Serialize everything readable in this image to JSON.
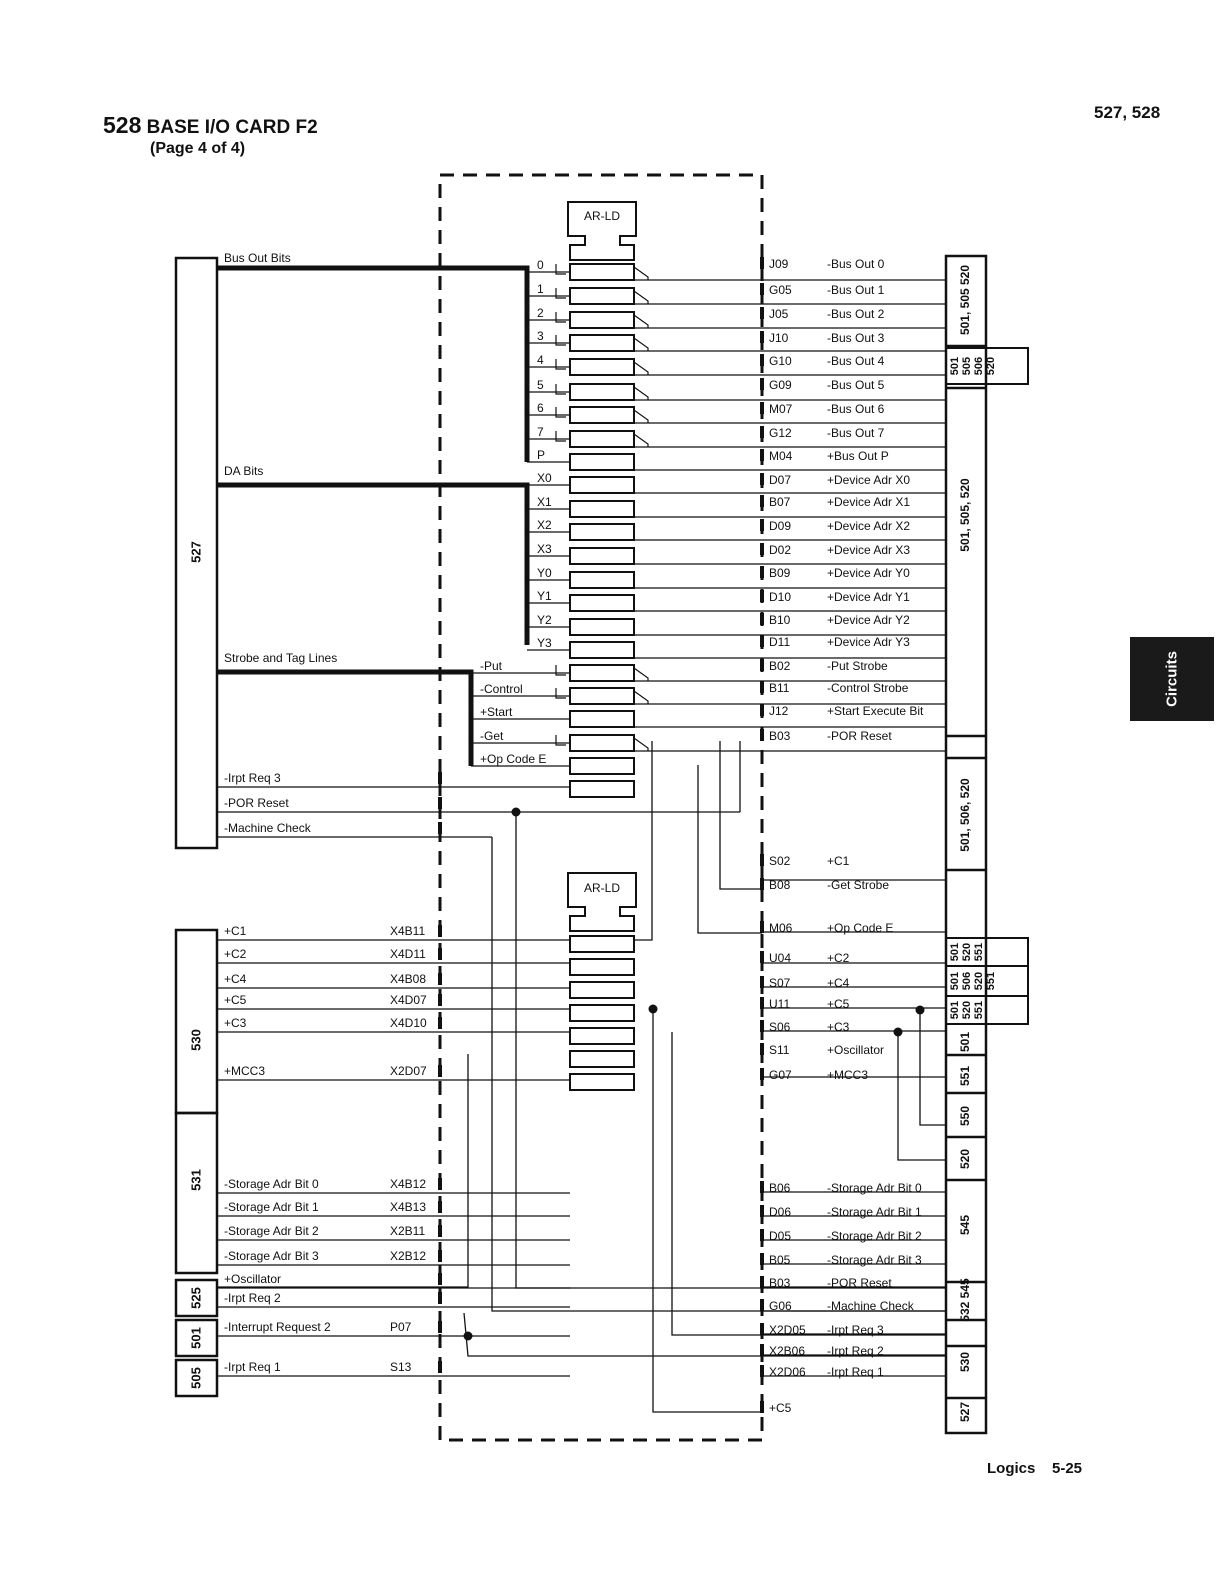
{
  "header": {
    "page_number": "528",
    "title": "BASE I/O CARD F2",
    "subtitle": "(Page 4 of 4)",
    "page_refs": "527, 528"
  },
  "side_tab": "Circuits",
  "footer": {
    "section": "Logics",
    "page": "5-25"
  },
  "chip_labels": [
    "AR-LD",
    "AR-LD"
  ],
  "group_labels": [
    "Bus Out Bits",
    "DA Bits",
    "Strobe and Tag Lines"
  ],
  "left_blocks": [
    "527",
    "530",
    "531",
    "525",
    "501",
    "505"
  ],
  "left_signals": [
    {
      "name": "-Irpt Req 3",
      "pin": ""
    },
    {
      "name": "-POR Reset",
      "pin": ""
    },
    {
      "name": "-Machine Check",
      "pin": ""
    },
    {
      "name": "+C1",
      "pin": "X4B11"
    },
    {
      "name": "+C2",
      "pin": "X4D11"
    },
    {
      "name": "+C4",
      "pin": "X4B08"
    },
    {
      "name": "+C5",
      "pin": "X4D07"
    },
    {
      "name": "+C3",
      "pin": "X4D10"
    },
    {
      "name": "+MCC3",
      "pin": "X2D07"
    },
    {
      "name": "-Storage Adr Bit 0",
      "pin": "X4B12"
    },
    {
      "name": "-Storage Adr Bit 1",
      "pin": "X4B13"
    },
    {
      "name": "-Storage Adr Bit 2",
      "pin": "X2B11"
    },
    {
      "name": "-Storage Adr Bit 3",
      "pin": "X2B12"
    },
    {
      "name": "+Oscillator",
      "pin": ""
    },
    {
      "name": "-Irpt Req 2",
      "pin": ""
    },
    {
      "name": "-Interrupt Request 2",
      "pin": "P07"
    },
    {
      "name": "-Irpt Req 1",
      "pin": "S13"
    }
  ],
  "chip_inputs": [
    "0",
    "1",
    "2",
    "3",
    "4",
    "5",
    "6",
    "7",
    "P",
    "X0",
    "X1",
    "X2",
    "X3",
    "Y0",
    "Y1",
    "Y2",
    "Y3",
    "-Put",
    "-Control",
    "+Start",
    "-Get",
    "+Op Code E"
  ],
  "right_signals": [
    {
      "pin": "J09",
      "name": "-Bus Out 0"
    },
    {
      "pin": "G05",
      "name": "-Bus Out 1"
    },
    {
      "pin": "J05",
      "name": "-Bus Out 2"
    },
    {
      "pin": "J10",
      "name": "-Bus Out 3"
    },
    {
      "pin": "G10",
      "name": "-Bus Out 4"
    },
    {
      "pin": "G09",
      "name": "-Bus Out 5"
    },
    {
      "pin": "M07",
      "name": "-Bus Out 6"
    },
    {
      "pin": "G12",
      "name": "-Bus Out 7"
    },
    {
      "pin": "M04",
      "name": "+Bus Out P"
    },
    {
      "pin": "D07",
      "name": "+Device Adr X0"
    },
    {
      "pin": "B07",
      "name": "+Device Adr X1"
    },
    {
      "pin": "D09",
      "name": "+Device Adr X2"
    },
    {
      "pin": "D02",
      "name": "+Device Adr X3"
    },
    {
      "pin": "B09",
      "name": "+Device Adr Y0"
    },
    {
      "pin": "D10",
      "name": "+Device Adr Y1"
    },
    {
      "pin": "B10",
      "name": "+Device Adr Y2"
    },
    {
      "pin": "D11",
      "name": "+Device Adr Y3"
    },
    {
      "pin": "B02",
      "name": "-Put Strobe"
    },
    {
      "pin": "B11",
      "name": "-Control Strobe"
    },
    {
      "pin": "J12",
      "name": "+Start Execute Bit"
    },
    {
      "pin": "B03",
      "name": "-POR Reset"
    },
    {
      "pin": "S02",
      "name": "+C1"
    },
    {
      "pin": "B08",
      "name": "-Get Strobe"
    },
    {
      "pin": "M06",
      "name": "+Op Code E"
    },
    {
      "pin": "U04",
      "name": "+C2"
    },
    {
      "pin": "S07",
      "name": "+C4"
    },
    {
      "pin": "U11",
      "name": "+C5"
    },
    {
      "pin": "S06",
      "name": "+C3"
    },
    {
      "pin": "S11",
      "name": "+Oscillator"
    },
    {
      "pin": "G07",
      "name": "+MCC3"
    },
    {
      "pin": "B06",
      "name": "-Storage Adr Bit 0"
    },
    {
      "pin": "D06",
      "name": "-Storage Adr Bit 1"
    },
    {
      "pin": "D05",
      "name": "-Storage Adr Bit 2"
    },
    {
      "pin": "B05",
      "name": "-Storage Adr Bit 3"
    },
    {
      "pin": "B03",
      "name": "-POR Reset"
    },
    {
      "pin": "G06",
      "name": "-Machine Check"
    },
    {
      "pin": "X2D05",
      "name": "-Irpt Req 3"
    },
    {
      "pin": "X2B06",
      "name": "-Irpt Req 2"
    },
    {
      "pin": "X2D06",
      "name": "-Irpt Req 1"
    },
    {
      "pin": "+C5",
      "name": ""
    }
  ],
  "right_blocks": [
    "501, 505 520",
    "501, 505, 520",
    "501, 506, 520",
    "501",
    "551",
    "550",
    "520",
    "545",
    "532 545",
    "530",
    "527"
  ],
  "side_boxes": [
    [
      "501",
      "505",
      "506",
      "520"
    ],
    [
      "501",
      "520",
      "551"
    ],
    [
      "501",
      "506",
      "520",
      "551"
    ],
    [
      "501",
      "520",
      "551"
    ]
  ]
}
